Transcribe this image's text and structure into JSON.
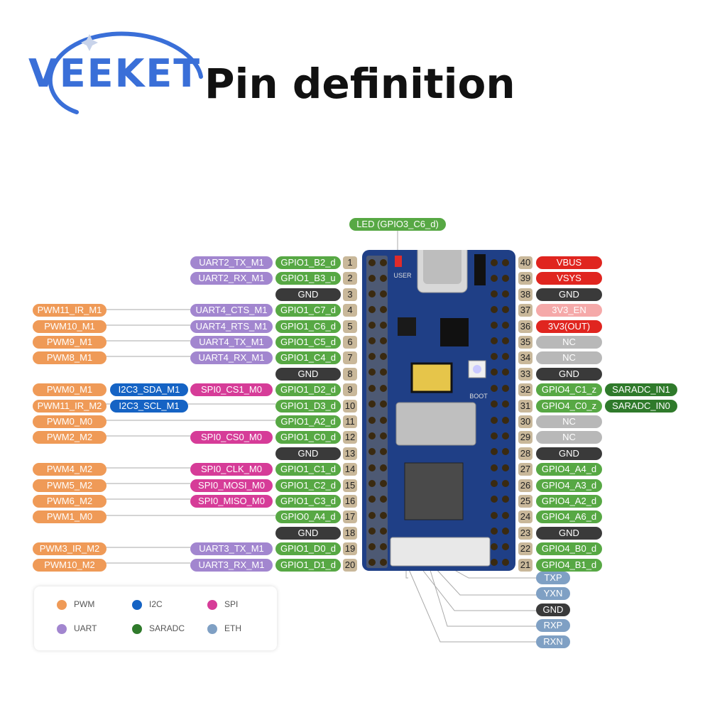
{
  "header": {
    "logo": "VEEKET",
    "title": "Pin definition"
  },
  "top_label": "LED (GPIO3_C6_d)",
  "board": {
    "user_label": "USER",
    "boot_label": "BOOT"
  },
  "left_pins": [
    {
      "num": "1",
      "gpio": "GPIO1_B2_d",
      "f2": "UART2_TX_M1"
    },
    {
      "num": "2",
      "gpio": "GPIO1_B3_u",
      "f2": "UART2_RX_M1"
    },
    {
      "num": "3",
      "gpio": "GND"
    },
    {
      "num": "4",
      "gpio": "GPIO1_C7_d",
      "f2": "UART4_CTS_M1",
      "pwm": "PWM11_IR_M1"
    },
    {
      "num": "5",
      "gpio": "GPIO1_C6_d",
      "f2": "UART4_RTS_M1",
      "pwm": "PWM10_M1"
    },
    {
      "num": "6",
      "gpio": "GPIO1_C5_d",
      "f2": "UART4_TX_M1",
      "pwm": "PWM9_M1"
    },
    {
      "num": "7",
      "gpio": "GPIO1_C4_d",
      "f2": "UART4_RX_M1",
      "pwm": "PWM8_M1"
    },
    {
      "num": "8",
      "gpio": "GND"
    },
    {
      "num": "9",
      "gpio": "GPIO1_D2_d",
      "f2": "SPI0_CS1_M0",
      "i2c": "I2C3_SDA_M1",
      "pwm": "PWM0_M1"
    },
    {
      "num": "10",
      "gpio": "GPIO1_D3_d",
      "i2c": "I2C3_SCL_M1",
      "pwm": "PWM11_IR_M2"
    },
    {
      "num": "11",
      "gpio": "GPIO1_A2_d",
      "pwm": "PWM0_M0"
    },
    {
      "num": "12",
      "gpio": "GPIO1_C0_d",
      "f2": "SPI0_CS0_M0",
      "pwm": "PWM2_M2"
    },
    {
      "num": "13",
      "gpio": "GND"
    },
    {
      "num": "14",
      "gpio": "GPIO1_C1_d",
      "f2": "SPI0_CLK_M0",
      "pwm": "PWM4_M2"
    },
    {
      "num": "15",
      "gpio": "GPIO1_C2_d",
      "f2": "SPI0_MOSI_M0",
      "pwm": "PWM5_M2"
    },
    {
      "num": "16",
      "gpio": "GPIO1_C3_d",
      "f2": "SPI0_MISO_M0",
      "pwm": "PWM6_M2"
    },
    {
      "num": "17",
      "gpio": "GPIO0_A4_d",
      "pwm": "PWM1_M0"
    },
    {
      "num": "18",
      "gpio": "GND"
    },
    {
      "num": "19",
      "gpio": "GPIO1_D0_d",
      "f2": "UART3_TX_M1",
      "pwm": "PWM3_IR_M2"
    },
    {
      "num": "20",
      "gpio": "GPIO1_D1_d",
      "f2": "UART3_RX_M1",
      "pwm": "PWM10_M2"
    }
  ],
  "right_pins": [
    {
      "num": "40",
      "label": "VBUS",
      "kind": "red"
    },
    {
      "num": "39",
      "label": "VSYS",
      "kind": "red"
    },
    {
      "num": "38",
      "label": "GND",
      "kind": "gnd"
    },
    {
      "num": "37",
      "label": "3V3_EN",
      "kind": "pink"
    },
    {
      "num": "36",
      "label": "3V3(OUT)",
      "kind": "red"
    },
    {
      "num": "35",
      "label": "NC",
      "kind": "nc"
    },
    {
      "num": "34",
      "label": "NC",
      "kind": "nc"
    },
    {
      "num": "33",
      "label": "GND",
      "kind": "gnd"
    },
    {
      "num": "32",
      "label": "GPIO4_C1_z",
      "kind": "gpio",
      "sar": "SARADC_IN1"
    },
    {
      "num": "31",
      "label": "GPIO4_C0_z",
      "kind": "gpio",
      "sar": "SARADC_IN0"
    },
    {
      "num": "30",
      "label": "NC",
      "kind": "nc"
    },
    {
      "num": "29",
      "label": "NC",
      "kind": "nc"
    },
    {
      "num": "28",
      "label": "GND",
      "kind": "gnd"
    },
    {
      "num": "27",
      "label": "GPIO4_A4_d",
      "kind": "gpio"
    },
    {
      "num": "26",
      "label": "GPIO4_A3_d",
      "kind": "gpio"
    },
    {
      "num": "25",
      "label": "GPIO4_A2_d",
      "kind": "gpio"
    },
    {
      "num": "24",
      "label": "GPIO4_A6_d",
      "kind": "gpio"
    },
    {
      "num": "23",
      "label": "GND",
      "kind": "gnd"
    },
    {
      "num": "22",
      "label": "GPIO4_B0_d",
      "kind": "gpio"
    },
    {
      "num": "21",
      "label": "GPIO4_B1_d",
      "kind": "gpio"
    }
  ],
  "eth_pins": [
    {
      "label": "TXP",
      "kind": "eth"
    },
    {
      "label": "YXN",
      "kind": "eth"
    },
    {
      "label": "GND",
      "kind": "gnd"
    },
    {
      "label": "RXP",
      "kind": "eth"
    },
    {
      "label": "RXN",
      "kind": "eth"
    }
  ],
  "legend": [
    {
      "label": "PWM",
      "color": "#ef9a57"
    },
    {
      "label": "I2C",
      "color": "#1563c4"
    },
    {
      "label": "SPI",
      "color": "#d63c98"
    },
    {
      "label": "UART",
      "color": "#a286cf"
    },
    {
      "label": "SARADC",
      "color": "#2f7a2b"
    },
    {
      "label": "ETH",
      "color": "#7fa0c4"
    }
  ]
}
